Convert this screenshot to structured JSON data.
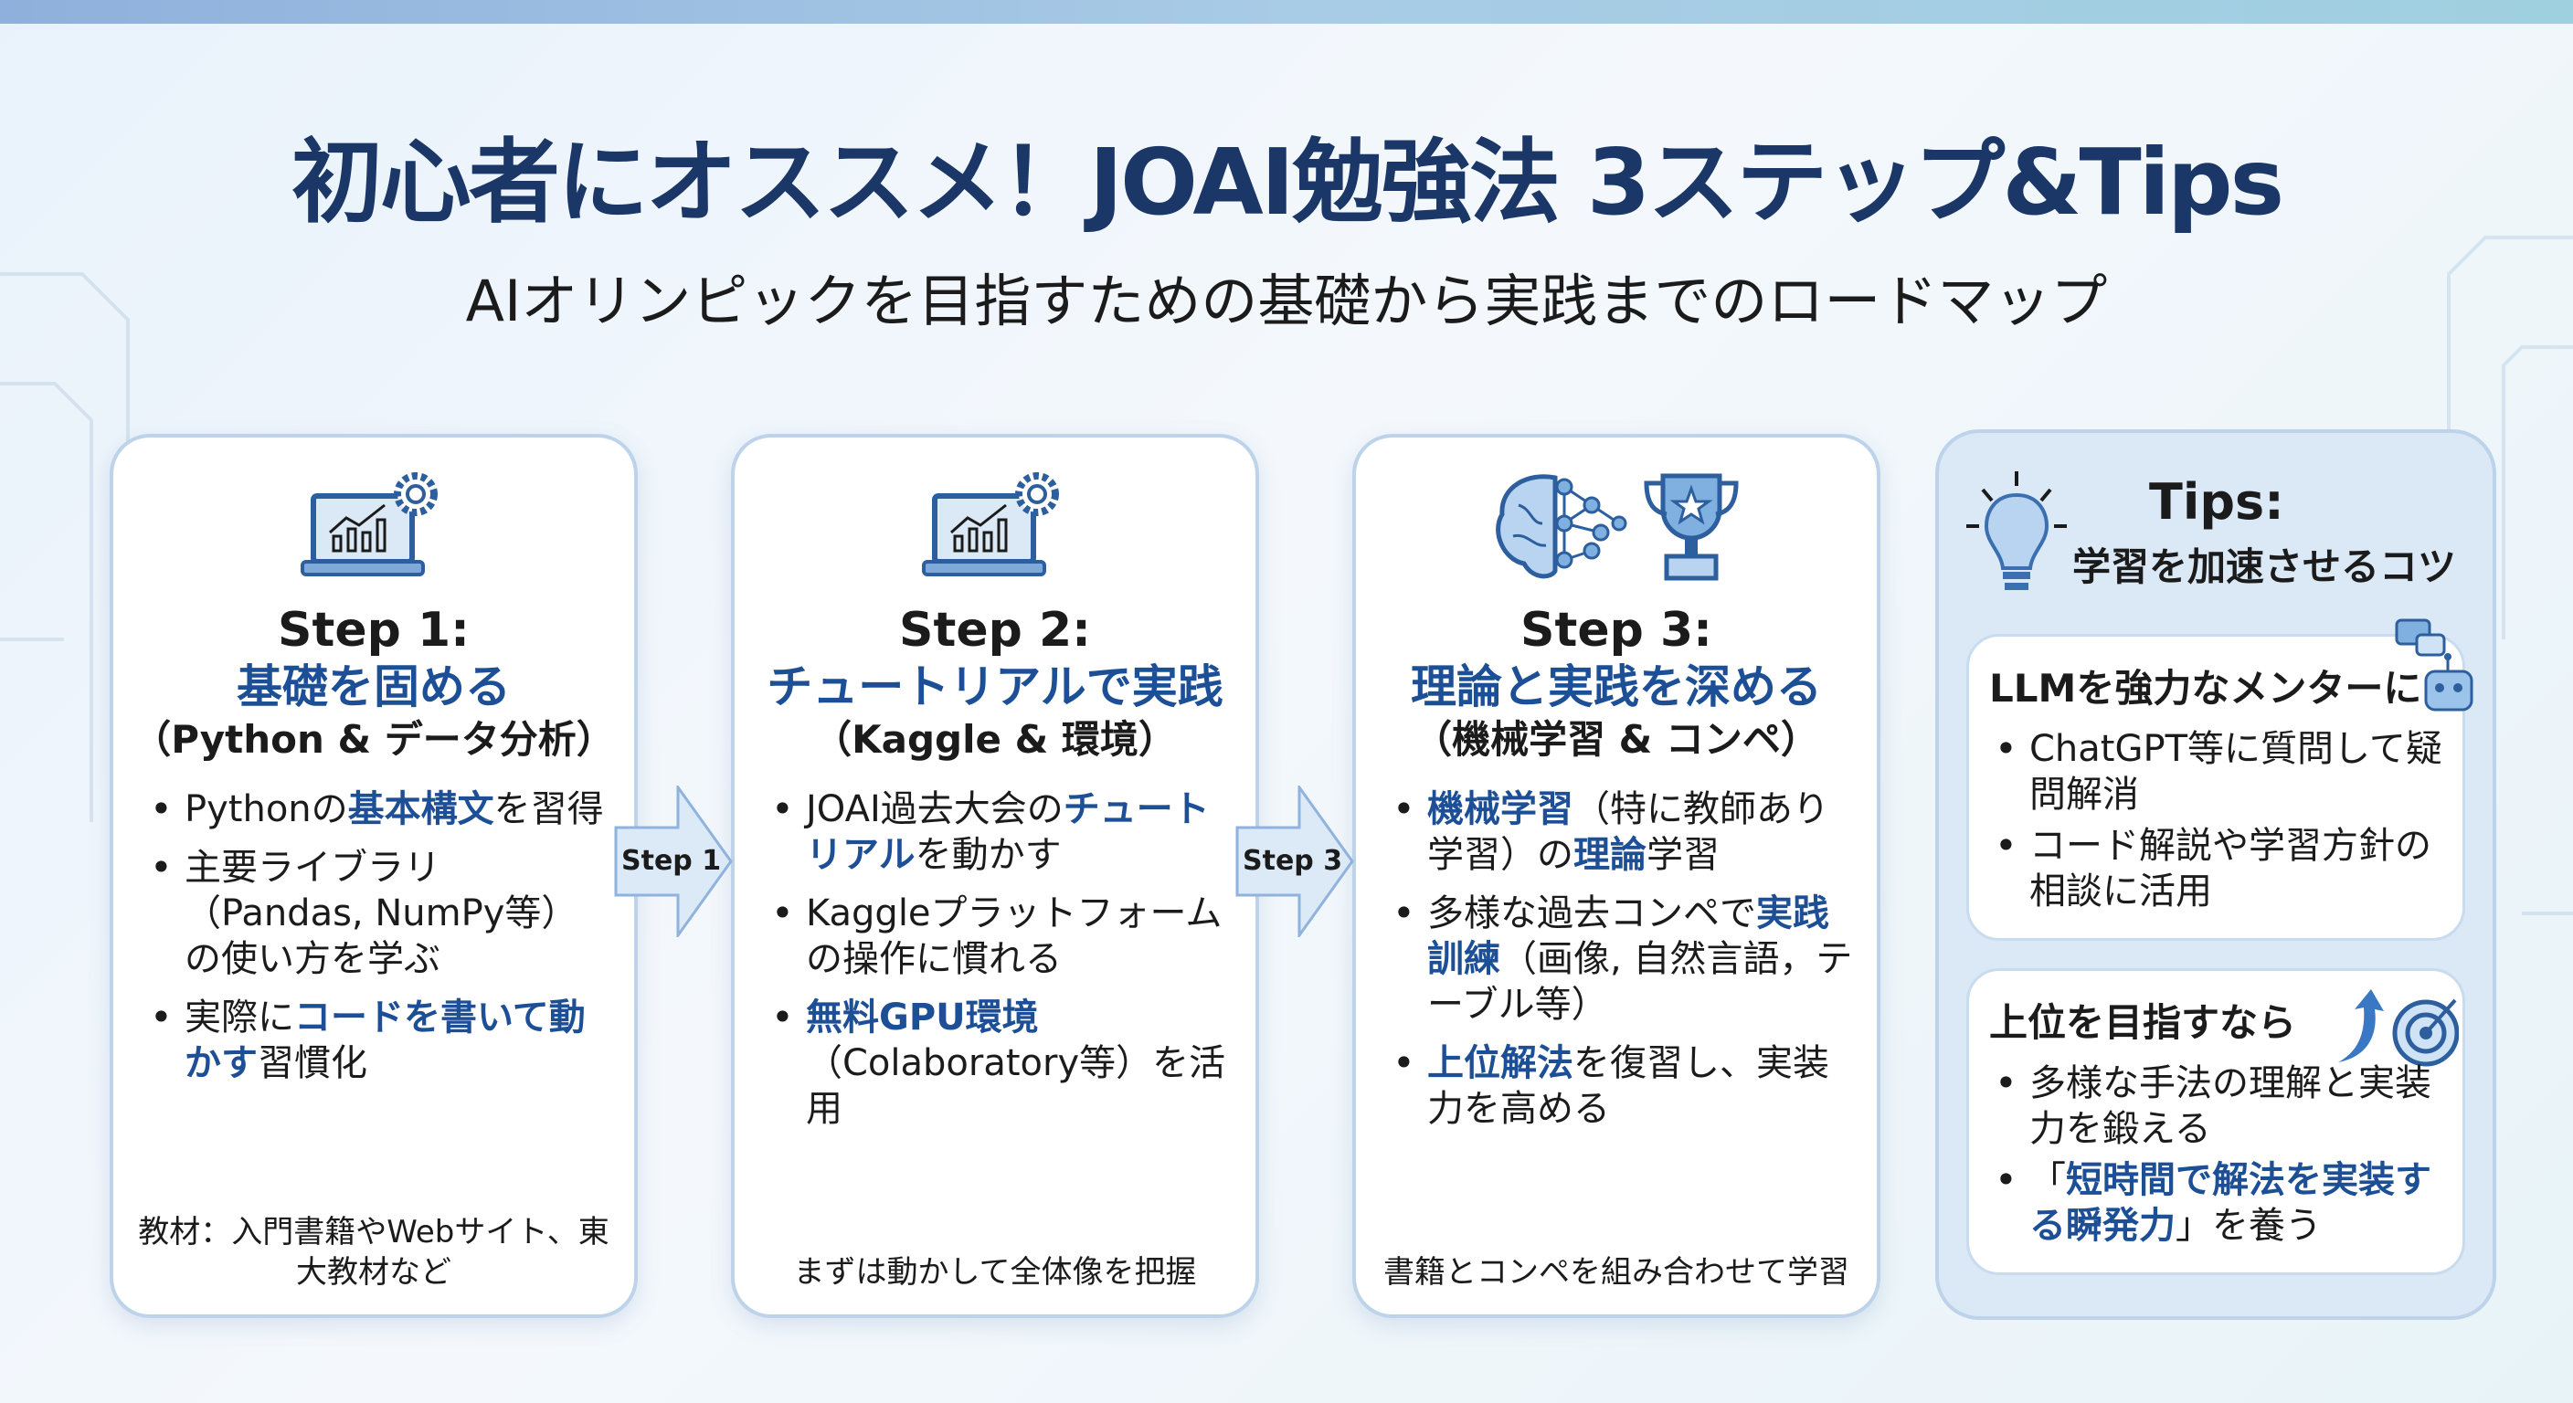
{
  "header": {
    "title": "初心者にオススメ！JOAI勉強法 3ステップ&Tips",
    "subtitle": "AIオリンピックを目指すための基礎から実践までのロードマップ"
  },
  "colors": {
    "accent": "#1d4f96",
    "title": "#1a3768",
    "border": "#bcd3ea"
  },
  "steps": [
    {
      "icon": "laptop-chart-gear-icon",
      "step": "Step 1:",
      "title": "基礎を固める",
      "paren": "（Python & データ分析）",
      "bullets": [
        [
          {
            "t": "Pythonの"
          },
          {
            "t": "基本構文",
            "hl": true
          },
          {
            "t": "を習得"
          }
        ],
        [
          {
            "t": "主要ライブラリ（Pandas, NumPy等）の使い方を学ぶ"
          }
        ],
        [
          {
            "t": "実際に"
          },
          {
            "t": "コードを書いて動かす",
            "hl": true
          },
          {
            "t": "習慣化"
          }
        ]
      ],
      "footer": "教材：入門書籍やWebサイト、東大教材など"
    },
    {
      "icon": "laptop-chart-gear-icon",
      "step": "Step 2:",
      "title": "チュートリアルで実践",
      "paren": "（Kaggle & 環境）",
      "bullets": [
        [
          {
            "t": "JOAI過去大会の"
          },
          {
            "t": "チュートリアル",
            "hl": true
          },
          {
            "t": "を動かす"
          }
        ],
        [
          {
            "t": "Kaggleプラットフォームの操作に慣れる"
          }
        ],
        [
          {
            "t": "無料GPU環境",
            "hl": true
          },
          {
            "t": "（Colaboratory等）を活用"
          }
        ]
      ],
      "footer": "まずは動かして全体像を把握"
    },
    {
      "icon": "brain-network-trophy-icon",
      "step": "Step 3:",
      "title": "理論と実践を深める",
      "paren": "（機械学習 & コンペ）",
      "bullets": [
        [
          {
            "t": "機械学習",
            "hl": true
          },
          {
            "t": "（特に教師あり学習）の"
          },
          {
            "t": "理論",
            "hl": true
          },
          {
            "t": "学習"
          }
        ],
        [
          {
            "t": "多様な過去コンペで"
          },
          {
            "t": "実践訓練",
            "hl": true
          },
          {
            "t": "（画像, 自然言語，テーブル等）"
          }
        ],
        [
          {
            "t": "上位解法",
            "hl": true
          },
          {
            "t": "を復習し、実装力を高める"
          }
        ]
      ],
      "footer": "書籍とコンペを組み合わせて学習"
    }
  ],
  "arrows": [
    "Step 1",
    "Step 3"
  ],
  "tips": {
    "title": "Tips:",
    "subtitle": "学習を加速させるコツ",
    "cards": [
      {
        "heading": "LLMを強力なメンターに",
        "bullets": [
          [
            {
              "t": "ChatGPT等に質問して疑問解消"
            }
          ],
          [
            {
              "t": "コード解説や学習方針の相談に活用"
            }
          ]
        ]
      },
      {
        "heading": "上位を目指すなら",
        "bullets": [
          [
            {
              "t": "多様な手法の理解と実装力を鍛える"
            }
          ],
          [
            {
              "t": "「"
            },
            {
              "t": "短時間で解法を実装する瞬発力",
              "hl": true
            },
            {
              "t": "」を養う"
            }
          ]
        ]
      }
    ]
  }
}
